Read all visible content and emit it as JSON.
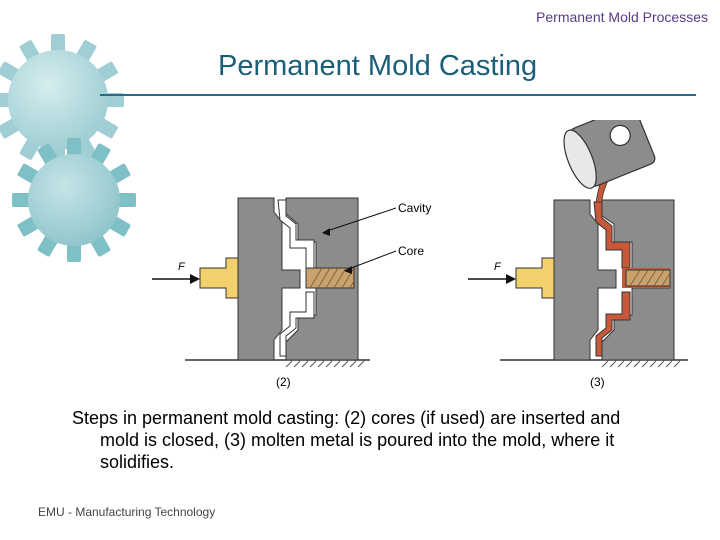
{
  "header": {
    "section": "Permanent Mold Processes"
  },
  "slide": {
    "title": "Permanent Mold Casting",
    "caption_line1": "Steps in permanent mold casting: (2) cores (if used) are inserted and",
    "caption_line2": "mold is closed, (3) molten metal is poured into the mold, where it",
    "caption_line3": "solidifies."
  },
  "figure": {
    "step2": {
      "label": "(2)",
      "force_label": "F",
      "cavity_label": "Cavity",
      "core_label": "Core"
    },
    "step3": {
      "label": "(3)",
      "force_label": "F"
    }
  },
  "footer": {
    "text": "EMU - Manufacturing Technology"
  },
  "colors": {
    "title": "#1a5e78",
    "header": "#5a3a8a",
    "mold": "#8c8c8c",
    "molten_metal": "#c8583a",
    "core": "#c9a16d",
    "gears": "#bfe3e6",
    "force_bar": "#f2d06b"
  }
}
